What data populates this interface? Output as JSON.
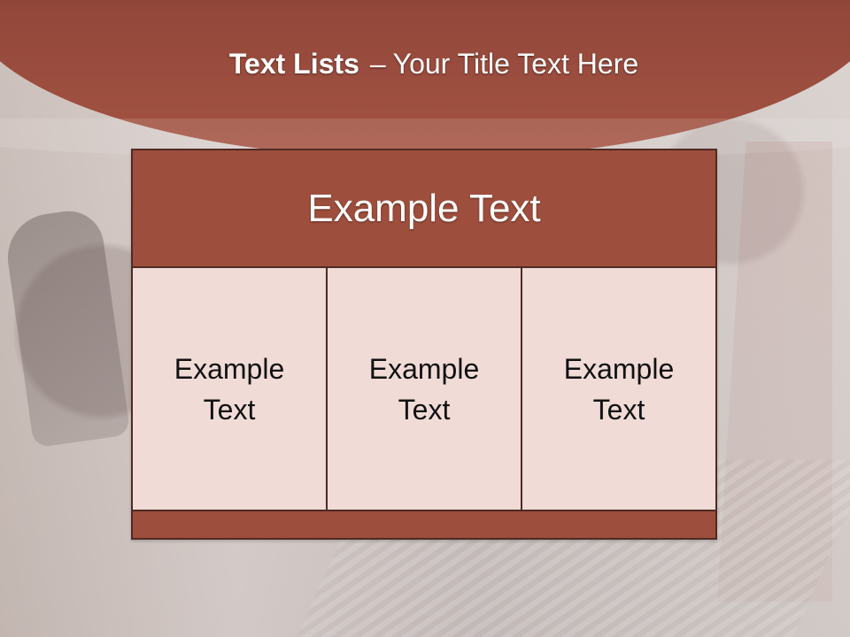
{
  "slide": {
    "title_main": "Text Lists",
    "title_dash": "–",
    "title_subtitle": "Your Title Text Here",
    "header_cell": "Example Text",
    "columns": [
      "Example Text",
      "Example Text",
      "Example Text"
    ]
  },
  "colors": {
    "header_band": "#8f4638",
    "table_header": "#9e4e3c",
    "table_body": "#f0dbd7",
    "table_border": "#4f2a24",
    "title_text": "#ffffff",
    "body_text": "#111111"
  }
}
